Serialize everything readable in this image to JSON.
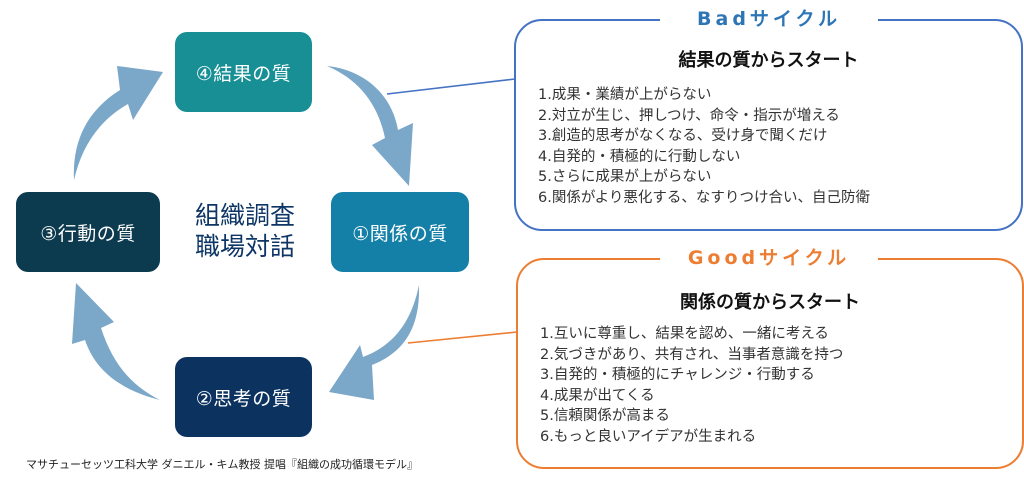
{
  "cycle": {
    "center_title": [
      "組織調査",
      "職場対話"
    ],
    "boxes": {
      "results": {
        "label": "④結果の質",
        "color": "#178f95"
      },
      "actions": {
        "label": "③行動の質",
        "color": "#0c3a4e"
      },
      "relationships": {
        "label": "①関係の質",
        "color": "#1580a7"
      },
      "thinking": {
        "label": "②思考の質",
        "color": "#0c3360"
      }
    },
    "flow": [
      "①関係の質",
      "②思考の質",
      "③行動の質",
      "④結果の質"
    ],
    "arrow_color": "#7ba7c9"
  },
  "bad_cycle": {
    "label": "Badサイクル",
    "heading": "結果の質からスタート",
    "color": "#4472c4",
    "items": [
      "1.成果・業績が上がらない",
      "2.対立が生じ、押しつけ、命令・指示が増える",
      "3.創造的思考がなくなる、受け身で聞くだけ",
      "4.自発的・積極的に行動しない",
      "5.さらに成果が上がらない",
      "6.関係がより悪化する、なすりつけ合い、自己防衛"
    ]
  },
  "good_cycle": {
    "label": "Goodサイクル",
    "heading": "関係の質からスタート",
    "color": "#ed7d31",
    "items": [
      "1.互いに尊重し、結果を認め、一緒に考える",
      "2.気づきがあり、共有され、当事者意識を持つ",
      "3.自発的・積極的にチャレンジ・行動する",
      "4.成果が出てくる",
      "5.信頼関係が高まる",
      "6.もっと良いアイデアが生まれる"
    ]
  },
  "footnote": "マサチューセッツ工科大学 ダニエル・キム教授 提唱『組織の成功循環モデル』"
}
